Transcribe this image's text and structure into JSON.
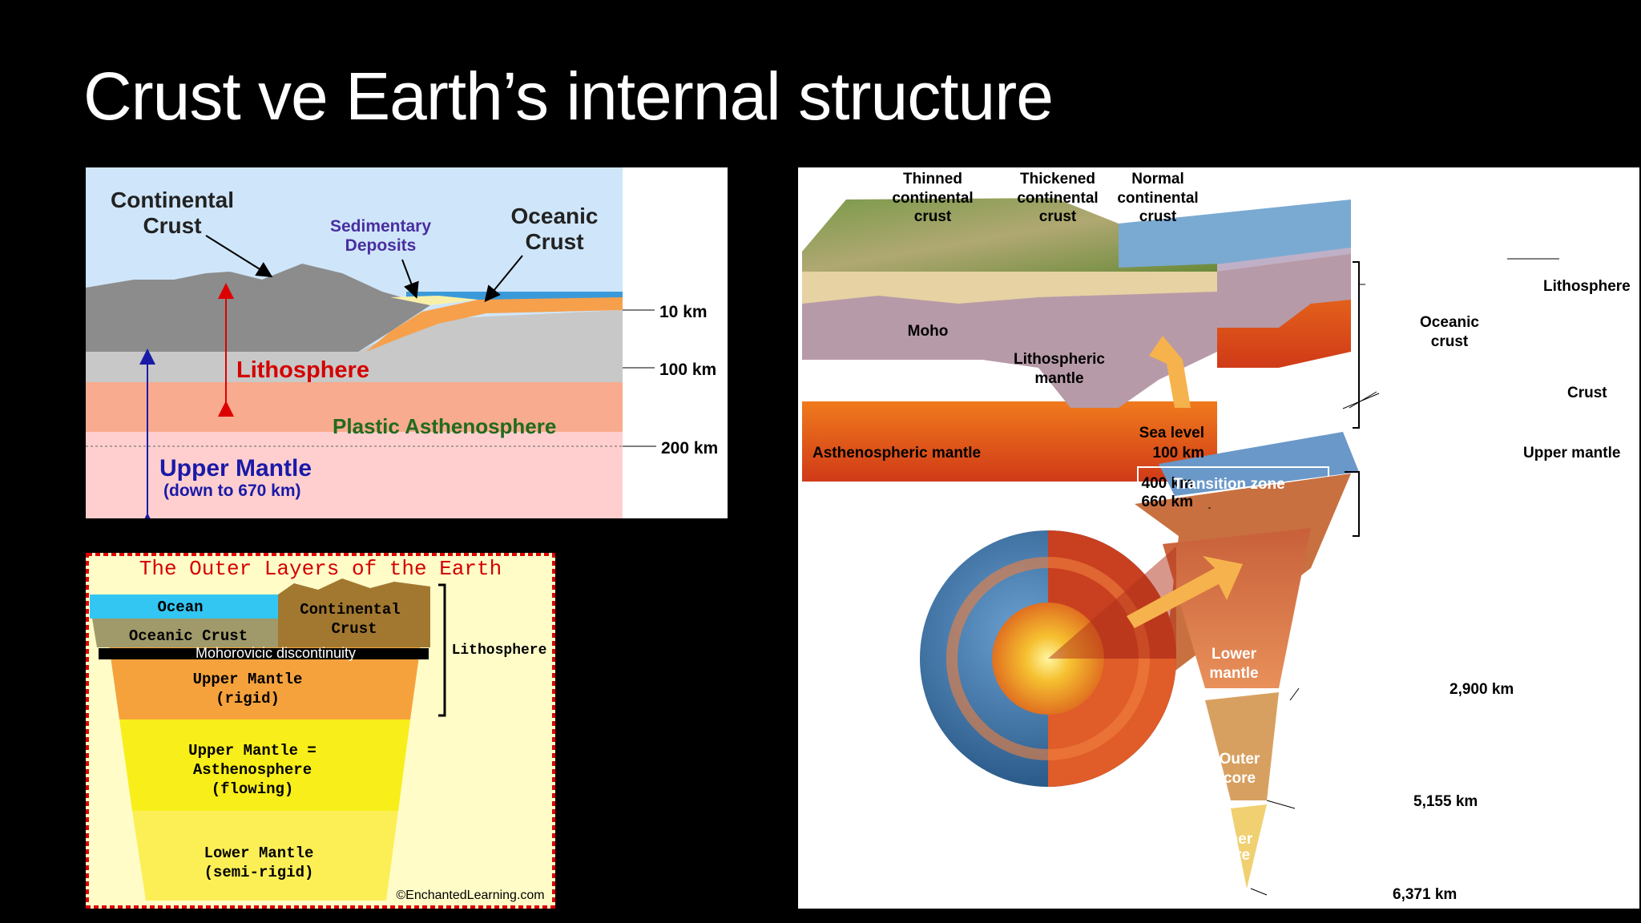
{
  "slide": {
    "title": "Crust ve Earth’s internal structure"
  },
  "fig1": {
    "continental_crust": [
      "Continental",
      "Crust"
    ],
    "sedimentary_deposits": [
      "Sedimentary",
      "Deposits"
    ],
    "oceanic_crust": [
      "Oceanic",
      "Crust"
    ],
    "lithosphere": "Lithosphere",
    "plastic_asthenosphere": "Plastic Asthenosphere",
    "upper_mantle": "Upper Mantle",
    "upper_mantle_note": "(down to 670 km)",
    "depth_10": "10 km",
    "depth_100": "100 km",
    "depth_200": "200 km"
  },
  "fig2": {
    "title": "The Outer Layers of the Earth",
    "ocean": "Ocean",
    "continental_crust": [
      "Continental",
      "Crust"
    ],
    "oceanic_crust": "Oceanic Crust",
    "moho": "Mohorovicic discontinuity",
    "lithosphere": "Lithosphere",
    "upper_mantle_rigid": [
      "Upper Mantle",
      "(rigid)"
    ],
    "asthenosphere": [
      "Upper Mantle =",
      "Asthenosphere",
      "(flowing)"
    ],
    "lower_mantle": [
      "Lower Mantle",
      "(semi-rigid)"
    ],
    "credit": "©EnchantedLearning.com"
  },
  "fig3": {
    "thinned": [
      "Thinned",
      "continental",
      "crust"
    ],
    "thickened": [
      "Thickened",
      "continental",
      "crust"
    ],
    "normal": [
      "Normal",
      "continental",
      "crust"
    ],
    "lithosphere": "Lithosphere",
    "oceanic_crust": [
      "Oceanic",
      "crust"
    ],
    "moho": "Moho",
    "lithospheric_mantle": [
      "Lithospheric",
      "mantle"
    ],
    "asthenospheric_mantle": "Asthenospheric mantle",
    "sea_level": "Sea level",
    "km_100": "100 km",
    "km_400": "400 km",
    "km_660": "660 km",
    "transition_zone": "Transition zone",
    "crust": "Crust",
    "upper_mantle": "Upper mantle",
    "lower_mantle": [
      "Lower",
      "mantle"
    ],
    "km_2900": "2,900 km",
    "outer_core": [
      "Outer",
      "core"
    ],
    "km_5155": "5,155 km",
    "inner_core": [
      "Inner",
      "core"
    ],
    "km_6371": "6,371 km"
  }
}
